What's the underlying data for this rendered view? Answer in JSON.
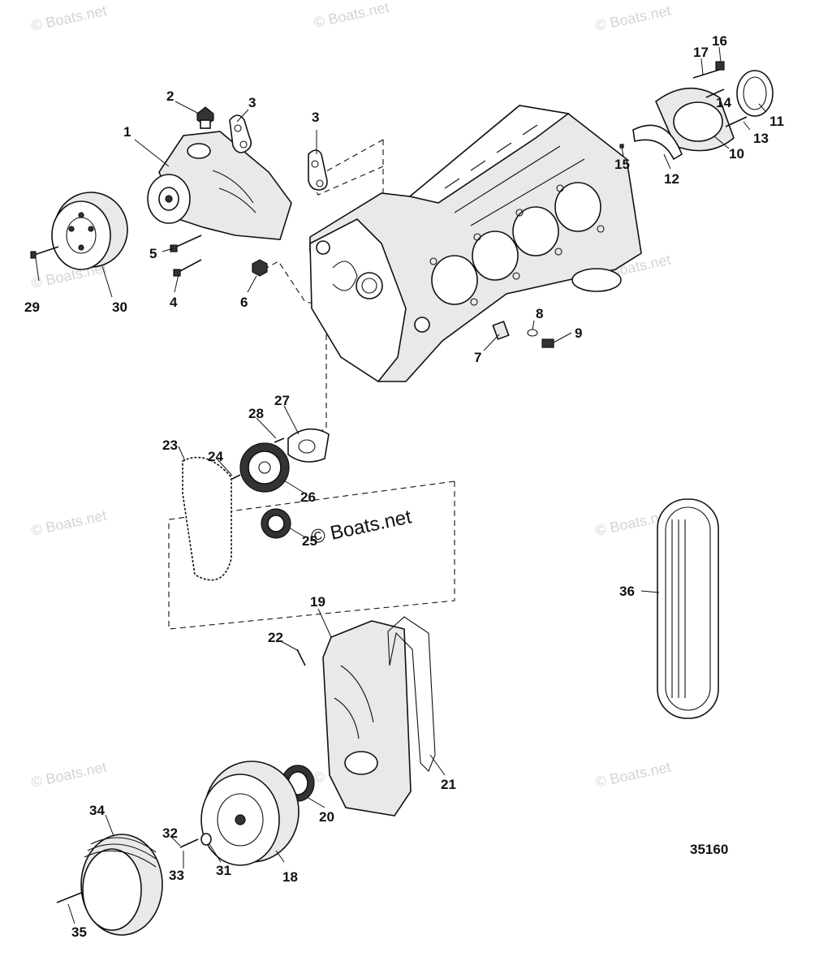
{
  "watermark": {
    "text": "© Boats.net"
  },
  "center_watermark": "© Boats.net",
  "figure_number": "35160",
  "callouts": [
    {
      "id": "c1",
      "label": "1"
    },
    {
      "id": "c2",
      "label": "2"
    },
    {
      "id": "c3a",
      "label": "3"
    },
    {
      "id": "c3b",
      "label": "3"
    },
    {
      "id": "c4",
      "label": "4"
    },
    {
      "id": "c5",
      "label": "5"
    },
    {
      "id": "c6",
      "label": "6"
    },
    {
      "id": "c7",
      "label": "7"
    },
    {
      "id": "c8",
      "label": "8"
    },
    {
      "id": "c9",
      "label": "9"
    },
    {
      "id": "c10",
      "label": "10"
    },
    {
      "id": "c11",
      "label": "11"
    },
    {
      "id": "c12",
      "label": "12"
    },
    {
      "id": "c13",
      "label": "13"
    },
    {
      "id": "c14",
      "label": "14"
    },
    {
      "id": "c15",
      "label": "15"
    },
    {
      "id": "c16",
      "label": "16"
    },
    {
      "id": "c17",
      "label": "17"
    },
    {
      "id": "c18",
      "label": "18"
    },
    {
      "id": "c19",
      "label": "19"
    },
    {
      "id": "c20",
      "label": "20"
    },
    {
      "id": "c21",
      "label": "21"
    },
    {
      "id": "c22",
      "label": "22"
    },
    {
      "id": "c23",
      "label": "23"
    },
    {
      "id": "c24",
      "label": "24"
    },
    {
      "id": "c25",
      "label": "25"
    },
    {
      "id": "c26",
      "label": "26"
    },
    {
      "id": "c27",
      "label": "27"
    },
    {
      "id": "c28",
      "label": "28"
    },
    {
      "id": "c29",
      "label": "29"
    },
    {
      "id": "c30",
      "label": "30"
    },
    {
      "id": "c31",
      "label": "31"
    },
    {
      "id": "c32",
      "label": "32"
    },
    {
      "id": "c33",
      "label": "33"
    },
    {
      "id": "c34",
      "label": "34"
    },
    {
      "id": "c35",
      "label": "35"
    },
    {
      "id": "c36",
      "label": "36"
    }
  ]
}
